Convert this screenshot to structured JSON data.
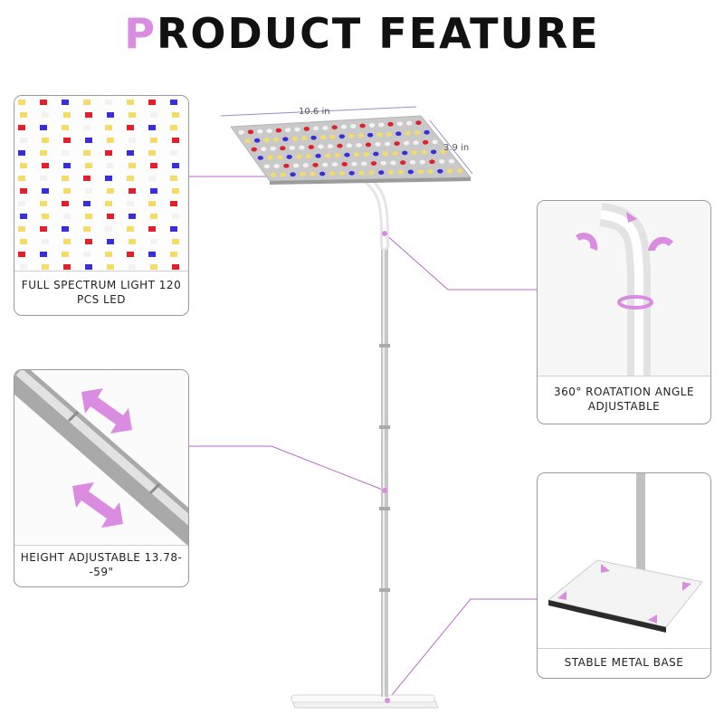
{
  "title": {
    "part1": "P",
    "part2": "RODUCT FEATURE"
  },
  "dimensions": {
    "width": "10.6 in",
    "depth": "3.9 in"
  },
  "cards": {
    "led": {
      "caption": "FULL SPECTRUM LIGHT 120 PCS LED"
    },
    "rotation": {
      "caption": "360° ROATATION ANGLE ADJUSTABLE"
    },
    "height": {
      "caption": "HEIGHT ADJUSTABLE 13.78--59\""
    },
    "base": {
      "caption": "STABLE METAL BASE"
    }
  },
  "colors": {
    "accent": "#d98ce0",
    "led_red": "#e0202a",
    "led_blue": "#3a2fd6",
    "led_yellow": "#f5dc6a",
    "led_white": "#f2f2f2"
  },
  "icons": [
    "rotate-arrow-icon",
    "double-arrow-icon"
  ]
}
